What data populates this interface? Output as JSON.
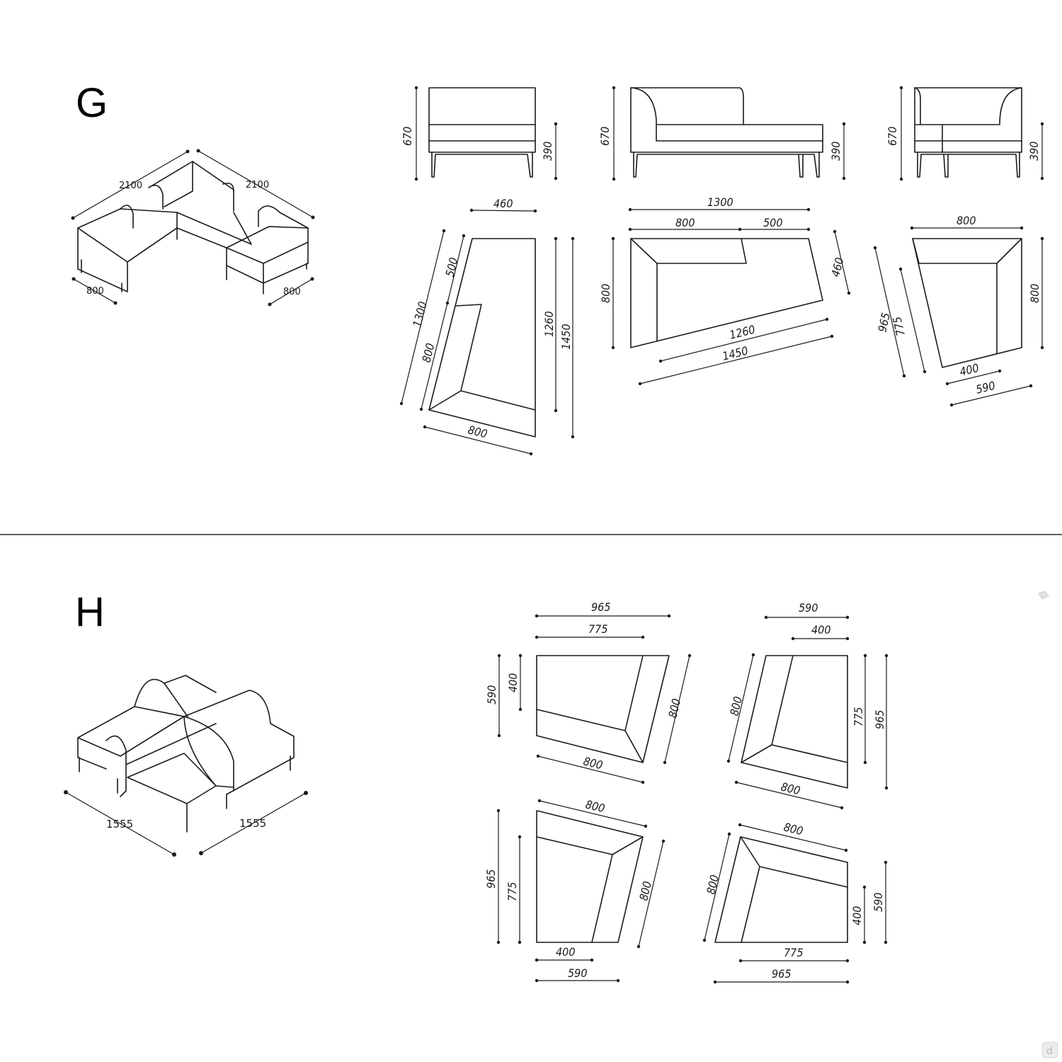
{
  "sections": {
    "g": {
      "letter": "G",
      "iso": {
        "d_left": "2100",
        "d_right": "2100",
        "w_left": "800",
        "w_right": "800"
      },
      "elev1": {
        "h": "670",
        "seat": "390"
      },
      "elev2": {
        "h": "670",
        "seat": "390"
      },
      "elev3": {
        "h": "670",
        "seat": "390"
      },
      "plan1": {
        "top": "460",
        "d500": "500",
        "d1300": "1300",
        "d800": "800",
        "r1260": "1260",
        "r1450": "1450",
        "bottom": "800"
      },
      "plan2": {
        "total": "1300",
        "p800": "800",
        "p500": "500",
        "left": "800",
        "right": "460",
        "d1260": "1260",
        "d1450": "1450"
      },
      "plan3": {
        "top": "800",
        "right": "800",
        "d965": "965",
        "d775": "775",
        "b400": "400",
        "b590": "590"
      }
    },
    "h": {
      "letter": "H",
      "iso": {
        "d_left": "1555",
        "d_right": "1555"
      },
      "tl": {
        "t965": "965",
        "t775": "775",
        "l590": "590",
        "l400": "400",
        "r800": "800",
        "b800": "800"
      },
      "tr": {
        "t590": "590",
        "t400": "400",
        "l800": "800",
        "r775": "775",
        "r965": "965",
        "b800": "800"
      },
      "bl": {
        "t800": "800",
        "l965": "965",
        "l775": "775",
        "r800": "800",
        "b400": "400",
        "b590": "590"
      },
      "br": {
        "t800": "800",
        "l800": "800",
        "r400": "400",
        "r590": "590",
        "b775": "775",
        "b965": "965"
      }
    }
  },
  "watermark_icon": "cube-icon",
  "logo_icon": "d-logo-icon"
}
